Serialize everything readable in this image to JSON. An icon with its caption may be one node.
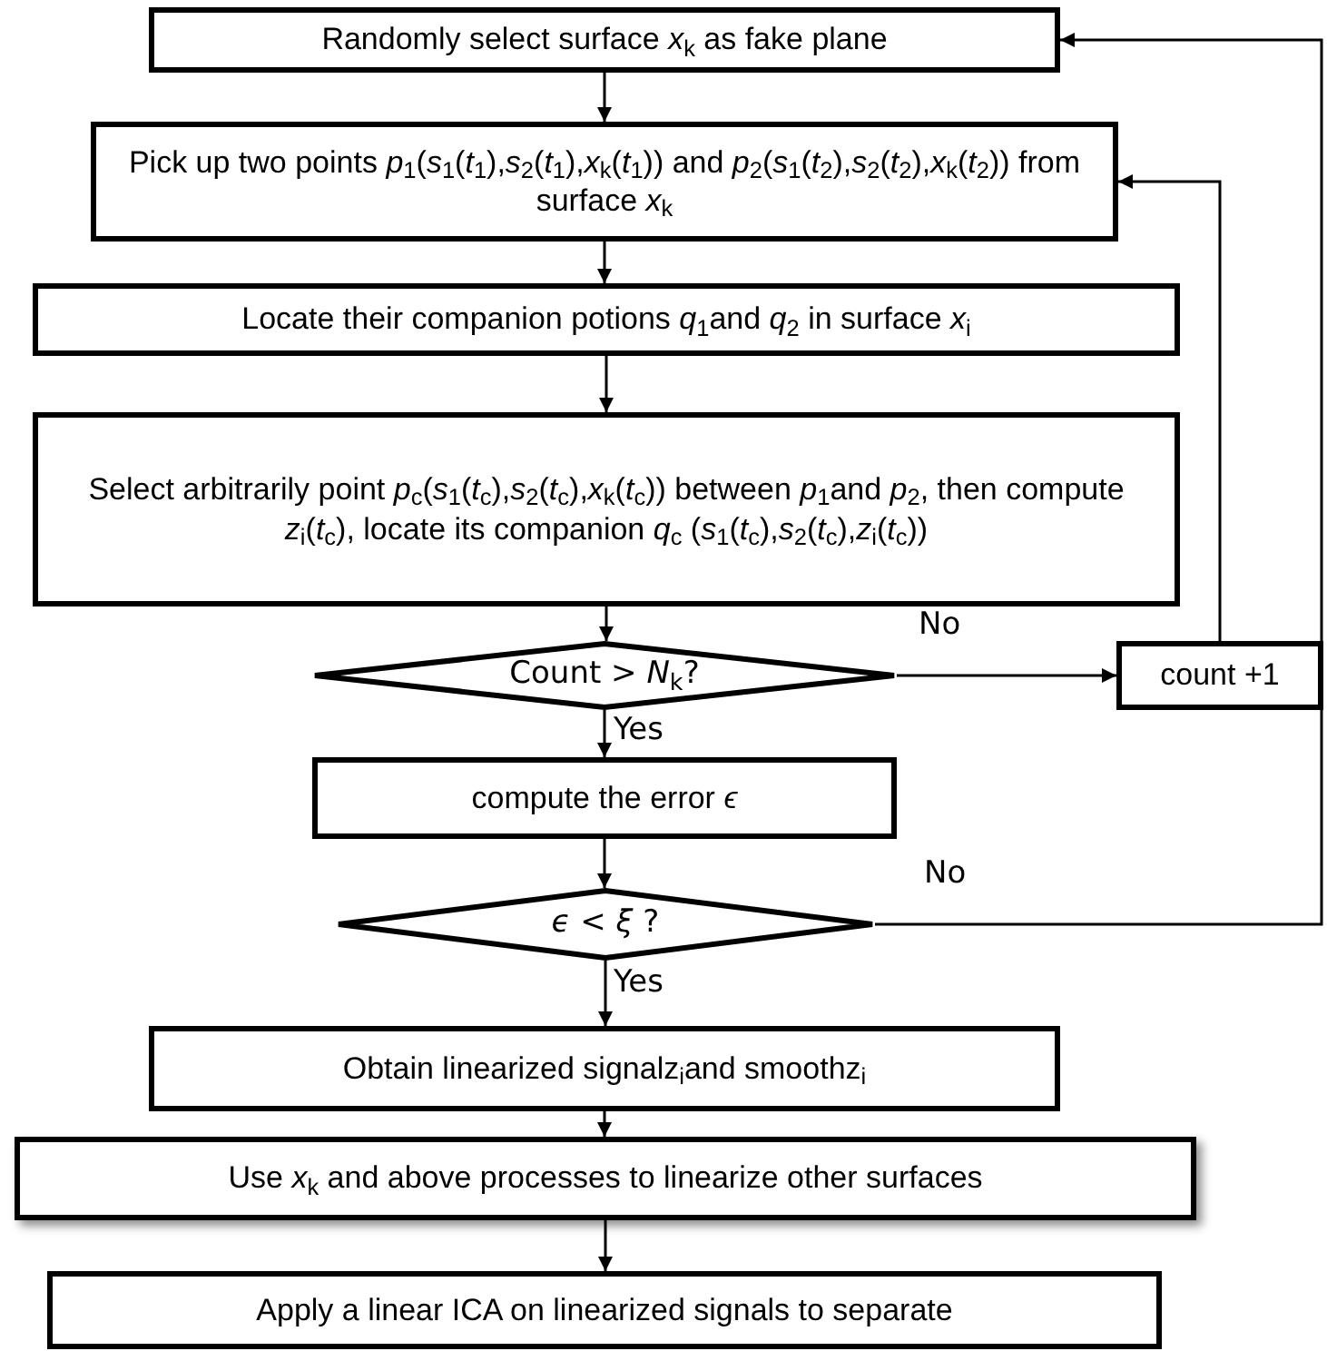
{
  "diagram": {
    "nodes": [
      {
        "text": [
          "Randomly select surface *x*$_{k}$ as fake plane"
        ]
      },
      {
        "text": [
          "Pick up two points *p*$_{1}$(*s*$_{1}$(*t*$_{1}$),*s*$_{2}$(*t*$_{1}$),*x*$_{k}$(*t*$_{1}$)) and *p*$_{2}$(*s*$_{1}$(*t*$_{2}$),*s*$_{2}$(*t*$_{2}$),*x*$_{k}$(*t*$_{2}$)) from surface *x*$_{k}$"
        ]
      },
      {
        "text": [
          "Locate their companion potions *q*$_{1}$and *q*$_{2}$ in surface *x*$_{i}$"
        ]
      },
      {
        "text": [
          "Select arbitrarily point *p*$_{c}$(*s*$_{1}$(*t*$_{c}$),*s*$_{2}$(*t*$_{c}$),*x*$_{k}$(*t*$_{c}$)) between *p*$_{1}$and *p*$_{2}$, then compute *z*$_{i}$(*t*$_{c}$), locate its companion *q*$_{c}$ (*s*$_{1}$(*t*$_{c}$),*s*$_{2}$(*t*$_{c}$),*z*$_{i}$(*t*$_{c}$))"
        ]
      },
      {
        "text": [
          "Count > *N*$_{k}$?"
        ]
      },
      {
        "text": [
          "count +1"
        ]
      },
      {
        "text": [
          "compute the error *ϵ*"
        ]
      },
      {
        "text": [
          "*ϵ* < *ξ* ?"
        ]
      },
      {
        "text": [
          "Obtain linearized signalz$_{i}$and smoothz$_{i}$"
        ]
      },
      {
        "text": [
          "Use *x*$_{k}$ and above processes to linearize other surfaces"
        ]
      },
      {
        "text": [
          "Apply a linear ICA on linearized signals to separate"
        ]
      }
    ],
    "edges": [
      {
        "from": 0,
        "to": 1,
        "arrow": "to"
      },
      {
        "from": 1,
        "to": 2,
        "arrow": "to"
      },
      {
        "from": 2,
        "to": 3,
        "arrow": "to"
      },
      {
        "from": 3,
        "to": 4,
        "arrow": "to"
      },
      {
        "from": 4,
        "to": 5,
        "arrow": "to",
        "label": "No"
      },
      {
        "from": 5,
        "to": 1,
        "arrow": "to"
      },
      {
        "from": 4,
        "to": 6,
        "arrow": "to",
        "label": "Yes"
      },
      {
        "from": 6,
        "to": 7,
        "arrow": "to"
      },
      {
        "from": 7,
        "to": 0,
        "arrow": "to",
        "label": "No"
      },
      {
        "from": 7,
        "to": 8,
        "arrow": "to",
        "label": "Yes"
      },
      {
        "from": 8,
        "to": 9,
        "arrow": "to"
      },
      {
        "from": 9,
        "to": 10,
        "arrow": "to"
      }
    ]
  }
}
